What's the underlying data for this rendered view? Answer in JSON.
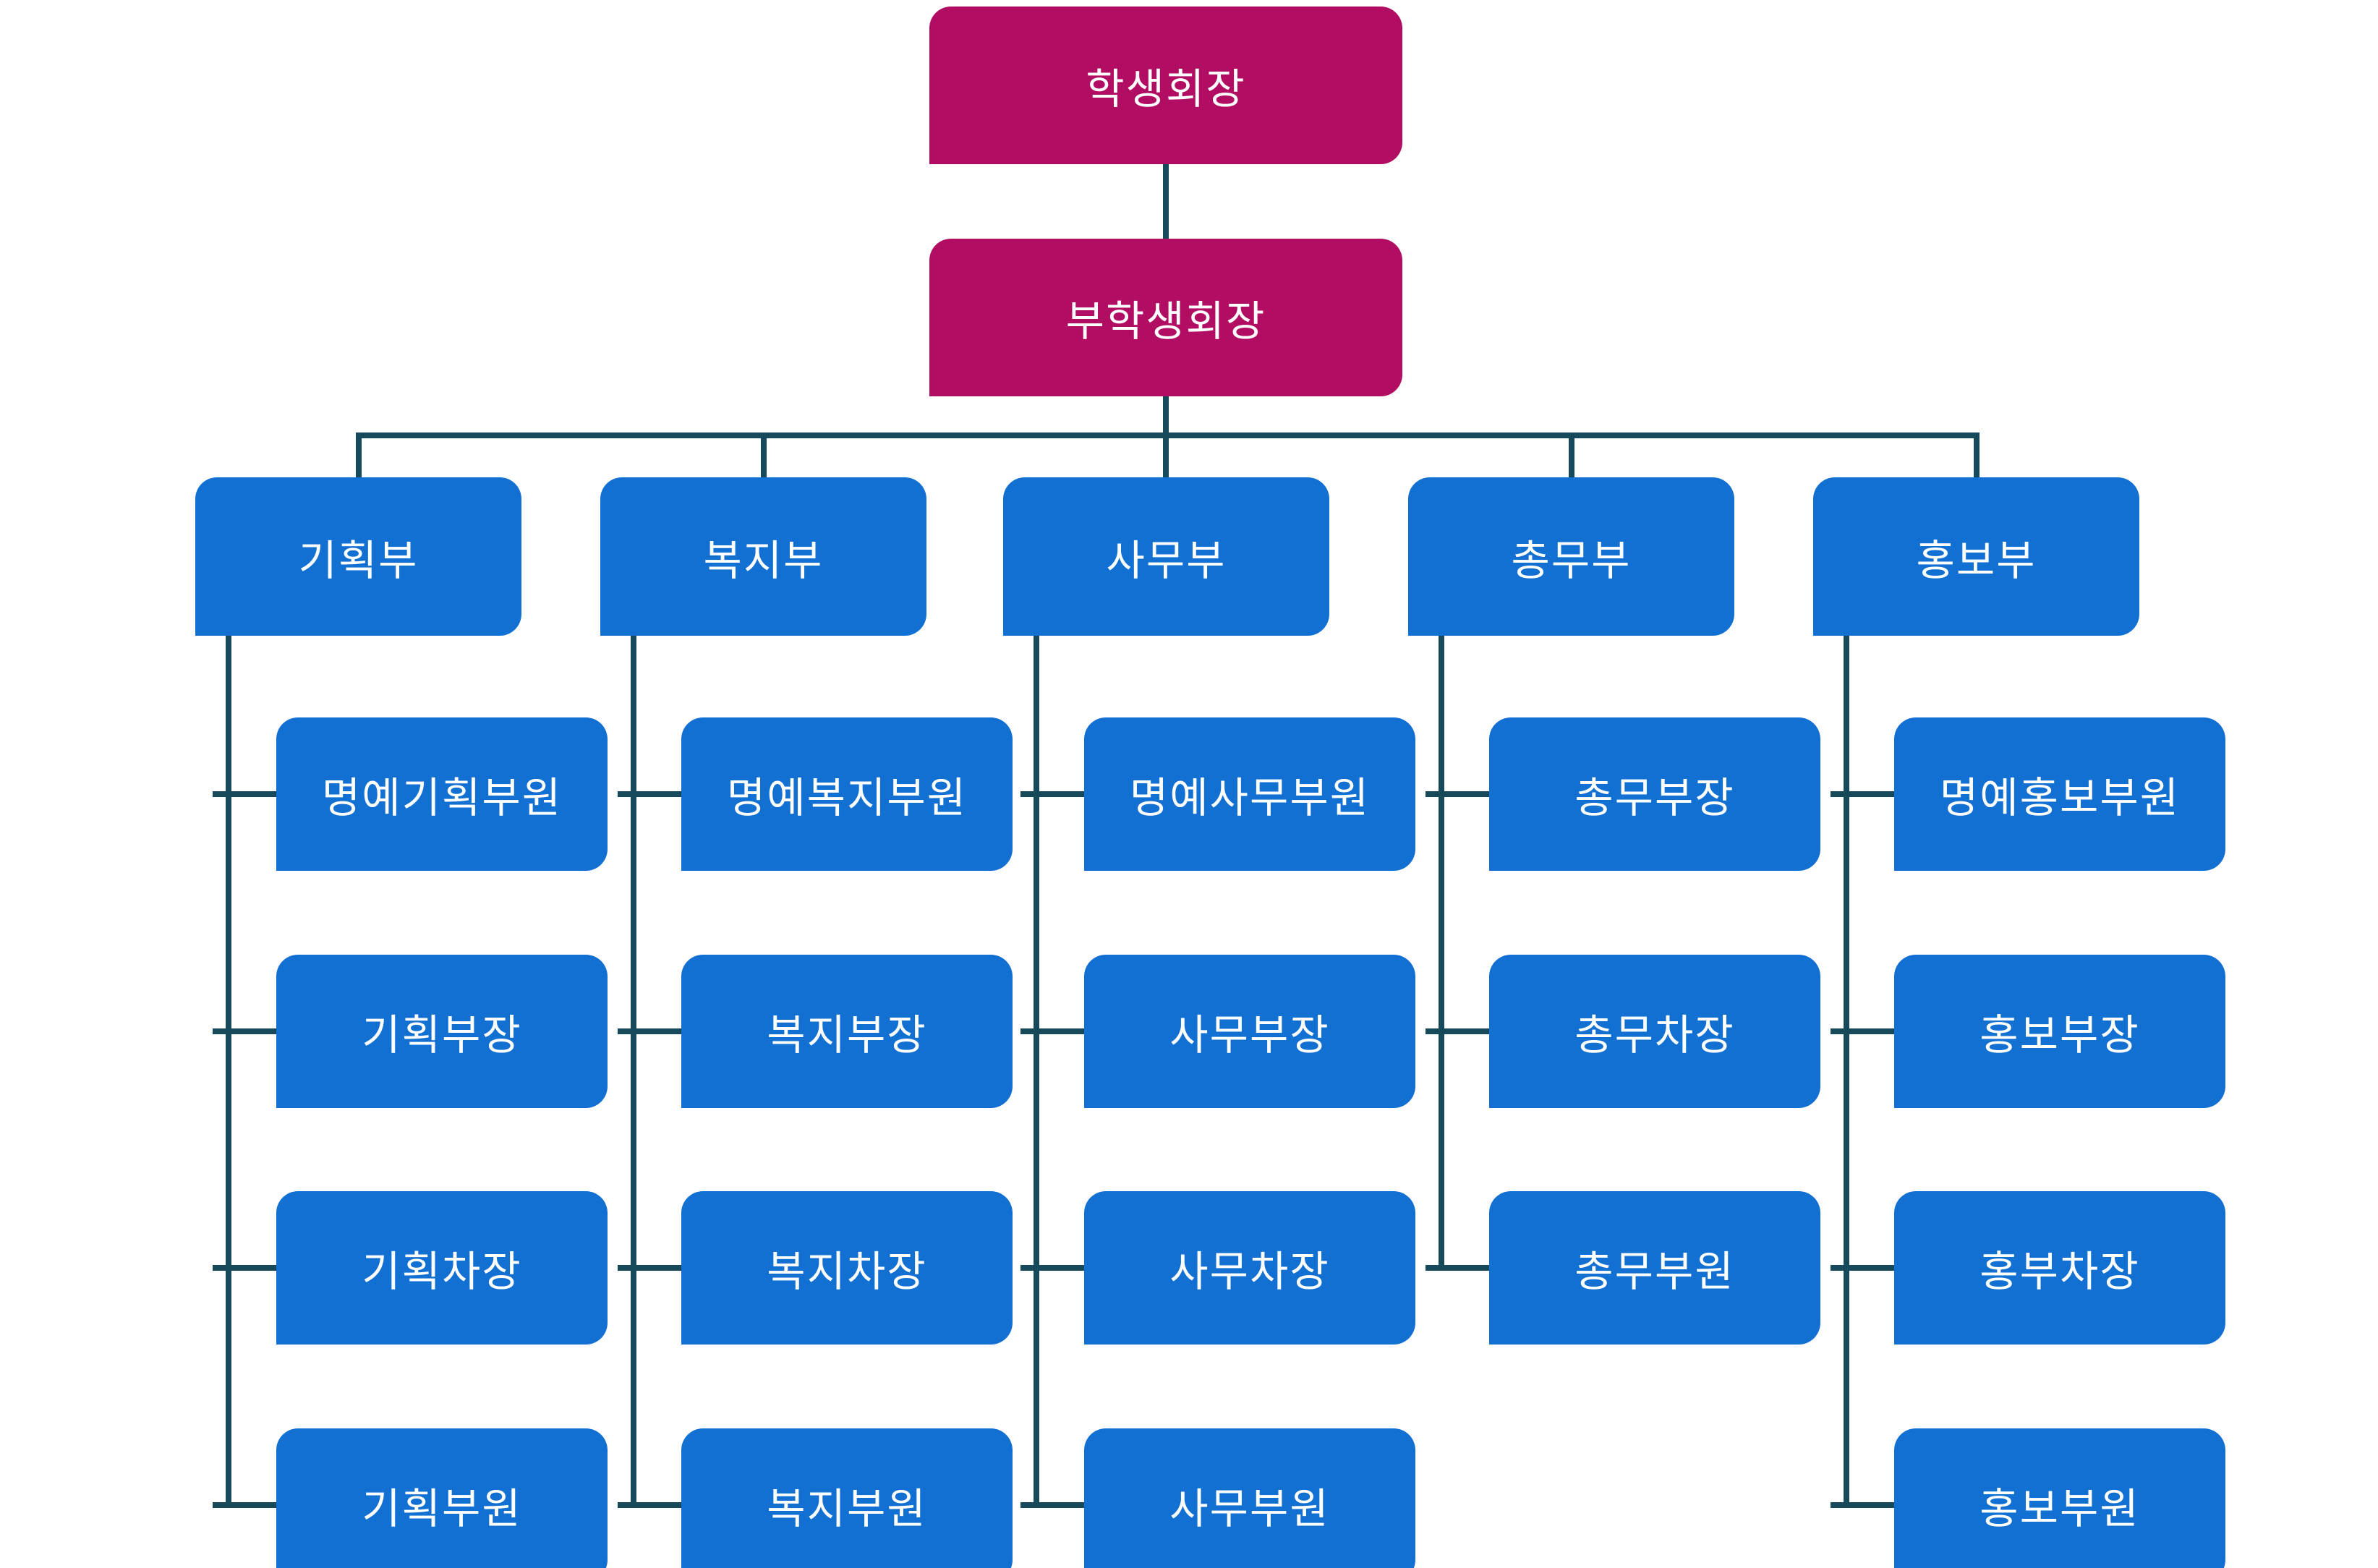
{
  "colors": {
    "executive_box": "#b10d62",
    "department_box": "#1270d3",
    "connector_line": "#16495a",
    "box_text": "#ffffff",
    "background": "#ffffff"
  },
  "org": {
    "president": "학생회장",
    "vice_president": "부학생회장",
    "departments": [
      {
        "name": "기획부",
        "members": [
          "명예기획부원",
          "기획부장",
          "기획차장",
          "기획부원"
        ]
      },
      {
        "name": "복지부",
        "members": [
          "명예복지부원",
          "복지부장",
          "복지차장",
          "복지부원"
        ]
      },
      {
        "name": "사무부",
        "members": [
          "명예사무부원",
          "사무부장",
          "사무차장",
          "사무부원"
        ]
      },
      {
        "name": "총무부",
        "members": [
          "총무부장",
          "총무차장",
          "총무부원"
        ]
      },
      {
        "name": "홍보부",
        "members": [
          "명예홍보부원",
          "홍보부장",
          "홍부차장",
          "홍보부원"
        ]
      }
    ]
  }
}
